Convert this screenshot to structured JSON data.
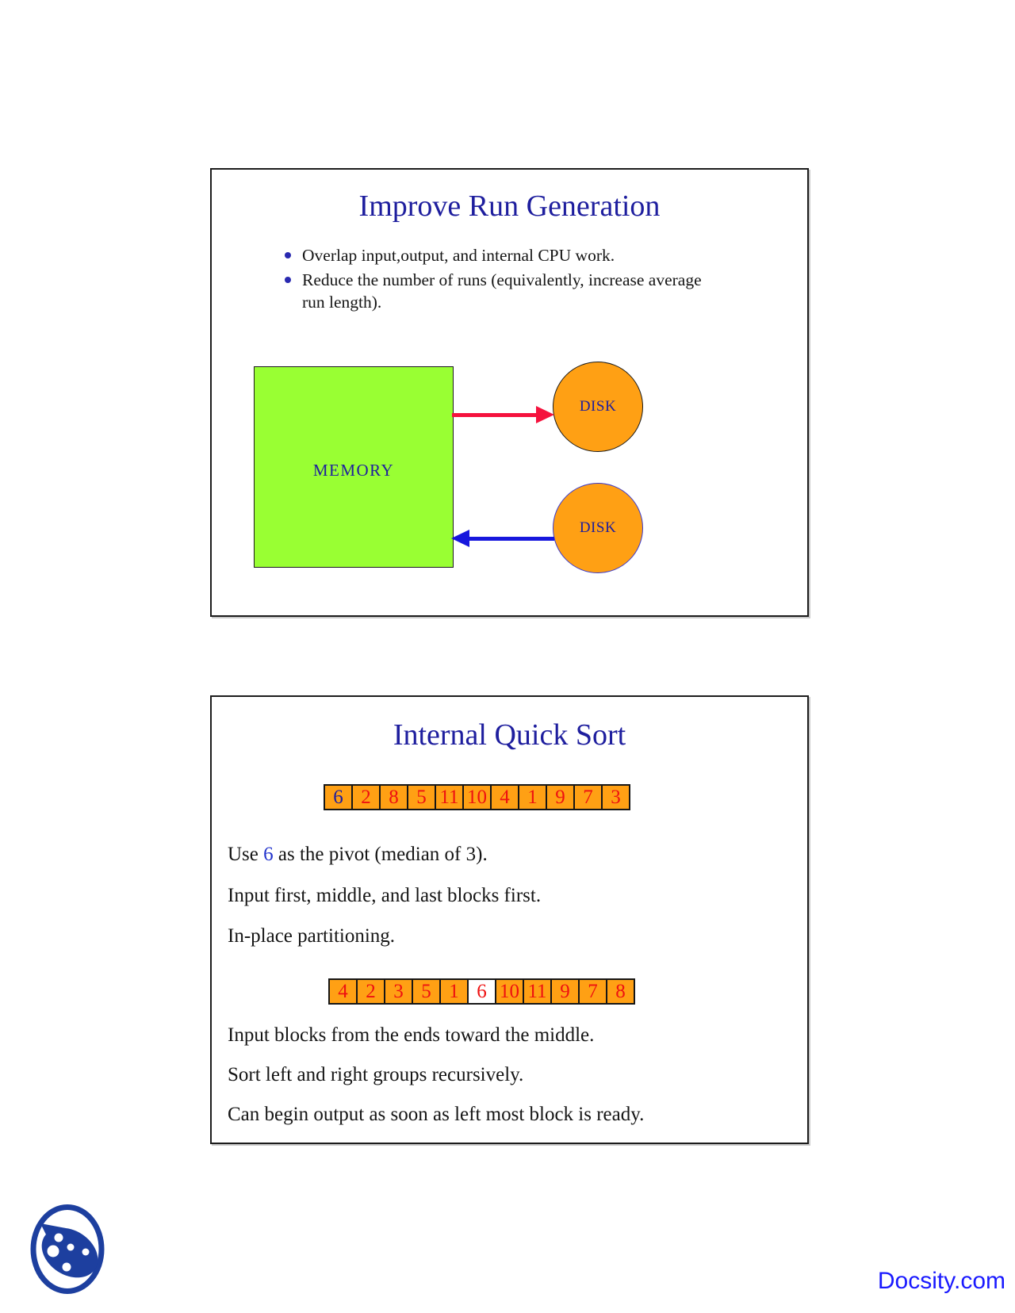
{
  "colors": {
    "navy": "#1e1e9e",
    "pivot-blue": "#2233cc",
    "bullet-blue": "#2929b0",
    "num-red": "#ee1111",
    "orange": "#ffa014",
    "green": "#99ff33",
    "arrow-red": "#f5123d",
    "arrow-blue": "#1717dd",
    "brand-blue": "#1a1aff",
    "logo-blue": "#1d3f9f"
  },
  "icons": {
    "bullet": "small round dot",
    "red_arrow": "right arrow (memory to disk)",
    "blue_arrow": "left arrow (disk to memory)",
    "docsity_logo": "ocarina inside circle"
  },
  "slide1": {
    "title": "Improve Run Generation",
    "bullets": [
      "Overlap input,output, and internal CPU work.",
      "Reduce the number of runs (equivalently, increase average run length)."
    ],
    "memory_label": "MEMORY",
    "disk_top_label": "DISK",
    "disk_bottom_label": "DISK"
  },
  "slide2": {
    "title": "Internal Quick Sort",
    "array1": {
      "cells": [
        {
          "v": "6",
          "cls": "blue"
        },
        {
          "v": "2",
          "cls": "red"
        },
        {
          "v": "8",
          "cls": "red"
        },
        {
          "v": "5",
          "cls": "red"
        },
        {
          "v": "11",
          "cls": "red"
        },
        {
          "v": "10",
          "cls": "red"
        },
        {
          "v": "4",
          "cls": "red"
        },
        {
          "v": "1",
          "cls": "red"
        },
        {
          "v": "9",
          "cls": "red"
        },
        {
          "v": "7",
          "cls": "red"
        },
        {
          "v": "3",
          "cls": "red"
        }
      ]
    },
    "pivot_line": {
      "pre": "Use ",
      "pivot": "6",
      "post": " as the pivot (median of 3)."
    },
    "mid_lines": [
      "Input first, middle, and last blocks first.",
      "In-place partitioning."
    ],
    "array2": {
      "cells": [
        {
          "v": "4",
          "cls": "red"
        },
        {
          "v": "2",
          "cls": "red"
        },
        {
          "v": "3",
          "cls": "red"
        },
        {
          "v": "5",
          "cls": "red"
        },
        {
          "v": "1",
          "cls": "red"
        },
        {
          "v": "6",
          "cls": "red white-bg"
        },
        {
          "v": "10",
          "cls": "red"
        },
        {
          "v": "11",
          "cls": "red"
        },
        {
          "v": "9",
          "cls": "red"
        },
        {
          "v": "7",
          "cls": "red"
        },
        {
          "v": "8",
          "cls": "red"
        }
      ]
    },
    "bottom_lines": [
      "Input blocks from the ends toward the middle.",
      "Sort left and right groups recursively.",
      "Can begin output as soon as left most block is ready."
    ]
  },
  "footer": {
    "brand": "Docsity.com"
  }
}
